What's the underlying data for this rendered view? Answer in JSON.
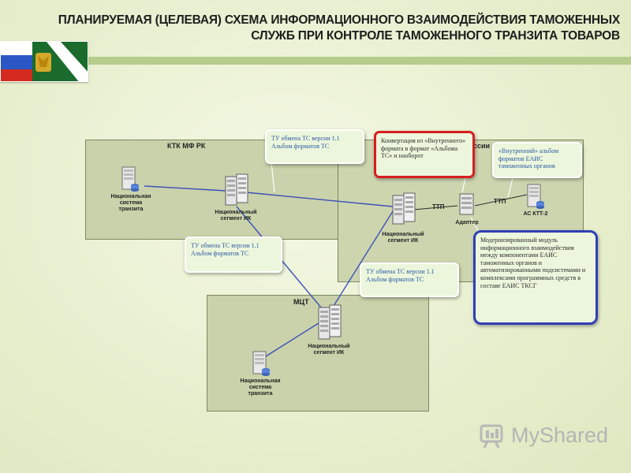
{
  "title": "ПЛАНИРУЕМАЯ (ЦЕЛЕВАЯ) СХЕМА ИНФОРМАЦИОННОГО ВЗАИМОДЕЙСТВИЯ ТАМОЖЕННЫХ СЛУЖБ ПРИ КОНТРОЛЕ ТАМОЖЕННОГО ТРАНЗИТА ТОВАРОВ",
  "zones": {
    "ktk": "КТК МФ РК",
    "russia": "ссии",
    "mcu": "МЦТ"
  },
  "nodes": {
    "nat_transit_system": "Национальная система транзита",
    "nat_segment_ik": "Национальный сегмент ИК",
    "adapter": "Адаптер",
    "as_ktt2": "АС КТТ-2"
  },
  "links": {
    "ttp": "ТТП"
  },
  "bubbles": {
    "tu_exchange": "ТУ обмена ТС версии 1.1 Альбом форматов ТС",
    "conversion": "Конвертация из «Внутреннего» формата в формат «Альбома ТС» и наоборот",
    "internal_album": "«Внутренний» альбом форматов ЕАИС таможенных органов",
    "modernized_module": "Модернизированный модуль информационного взаимодействия между компонентами ЕАИС таможенных органов и автоматизированными подсистемами и комплексами программных средств в составе ЕАИС ТКСГ"
  },
  "watermark": "MyShared",
  "colors": {
    "zone_fill": "#ccd4ad",
    "link_line": "#3d4fb8",
    "title_bar": "#b5cc8c",
    "red_border": "#d61f1f",
    "blue_border": "#2f3fb8"
  }
}
